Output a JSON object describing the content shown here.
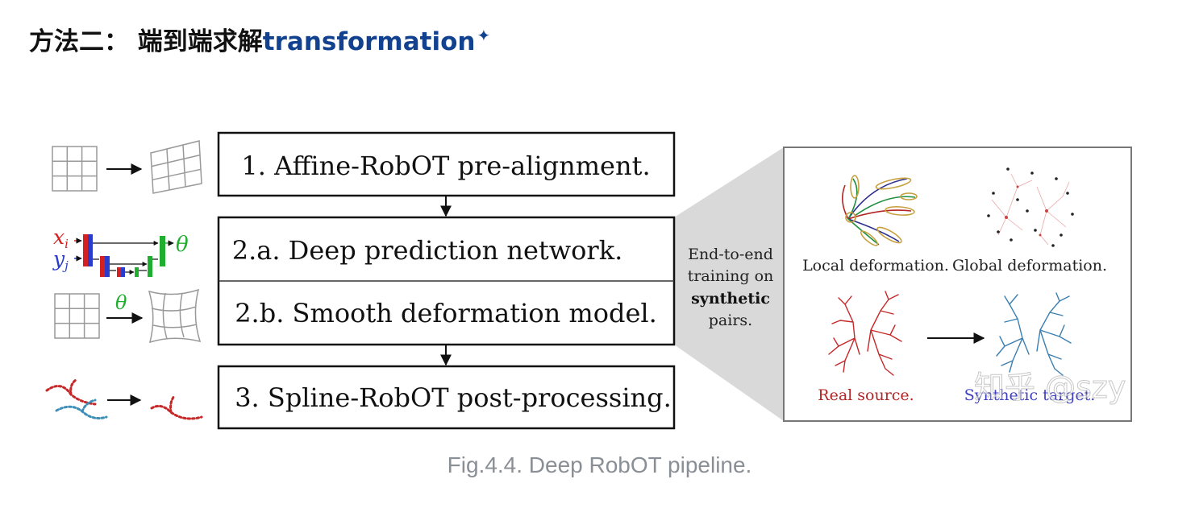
{
  "heading": {
    "prefix": "方法二： 端到端求解",
    "link": "transformation",
    "star": "✦"
  },
  "steps": [
    {
      "id": "step-1",
      "label": "1. Affine-RobOT pre-alignment."
    },
    {
      "id": "step-2a",
      "label": "2.a. Deep prediction network."
    },
    {
      "id": "step-2b",
      "label": "2.b. Smooth deformation model."
    },
    {
      "id": "step-3",
      "label": "3. Spline-RobOT post-processing."
    }
  ],
  "side_labels": {
    "x": "x",
    "x_sub": "i",
    "y": "y",
    "y_sub": "j",
    "theta": "θ"
  },
  "training_note": {
    "line1": "End-to-end",
    "line2": "training on",
    "line3": "synthetic",
    "line4": "pairs."
  },
  "panel": {
    "local": "Local deformation.",
    "global": "Global deformation.",
    "real_source": "Real source.",
    "synthetic_target": "Synthetic target."
  },
  "watermark": "知乎 @szy",
  "caption": "Fig.4.4. Deep RobOT pipeline.",
  "colors": {
    "heading_link": "#12428f",
    "red": "#d42020",
    "blue": "#2a3ccc",
    "green": "#1fae2f",
    "real_source": "#b32424",
    "synthetic_target": "#3f3fc0",
    "caption": "#8a8f96"
  }
}
